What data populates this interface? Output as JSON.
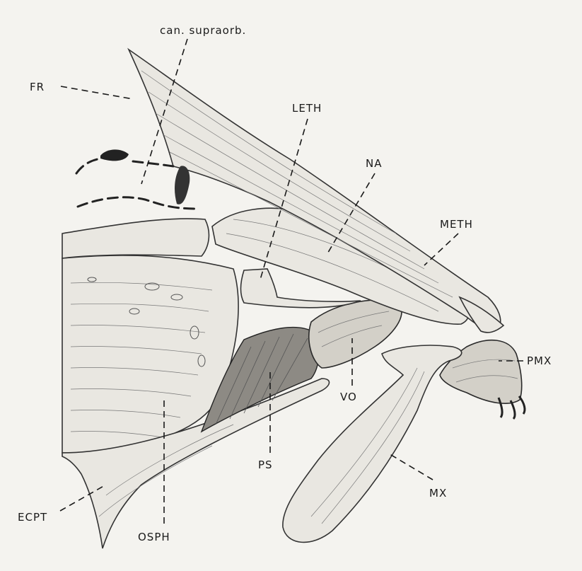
{
  "figure": {
    "labels": {
      "can_supraorb": "can. supraorb.",
      "fr": "FR",
      "leth": "LETH",
      "na": "NA",
      "meth": "METH",
      "pmx": "PMX",
      "vo": "VO",
      "ps": "PS",
      "mx": "MX",
      "ecpt": "ECPT",
      "osph": "OSPH"
    }
  }
}
